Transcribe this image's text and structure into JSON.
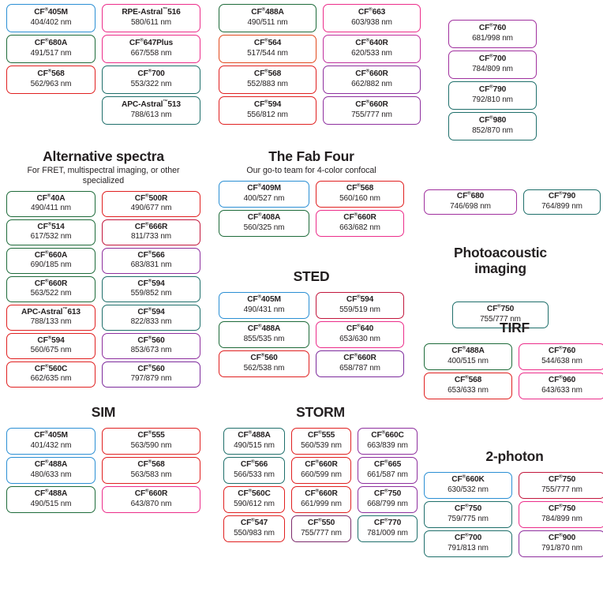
{
  "meta": {
    "registered_mark": "®",
    "trademark_mark": "™",
    "unit": "nm"
  },
  "colors": {
    "blue": "#2b8fd4",
    "green": "#1e6b3a",
    "teal": "#1f6f6b",
    "red": "#e02020",
    "orange_red": "#e24a1e",
    "crimson": "#c2163c",
    "magenta": "#e8308a",
    "pink": "#ec2d8a",
    "purple": "#8e2f9e",
    "violet": "#7d2b9c",
    "dark_purple": "#5c2d82",
    "text": "#231f20"
  },
  "sections": [
    {
      "id": "top-left",
      "title": "",
      "subtitle": "",
      "columns": [
        {
          "id": "top-left-col-1",
          "cards": [
            {
              "name": "CF",
              "mark": "®",
              "model": "405M",
              "value": "404/402 nm",
              "color": "#2b8fd4"
            },
            {
              "name": "CF",
              "mark": "®",
              "model": "680A",
              "value": "491/517 nm",
              "color": "#1e6b3a"
            },
            {
              "name": "CF",
              "mark": "®",
              "model": "568",
              "value": "562/963 nm",
              "color": "#e02020"
            }
          ]
        },
        {
          "id": "top-left-col-2",
          "cards": [
            {
              "name": "RPE-Astral",
              "mark": "™",
              "model": "516",
              "value": "580/611 nm",
              "color": "#ec2d8a"
            },
            {
              "name": "CF",
              "mark": "®",
              "model": "647Plus",
              "value": "667/558 nm",
              "color": "#ec2d8a"
            },
            {
              "name": "CF",
              "mark": "®",
              "model": "700",
              "value": "553/322 nm",
              "color": "#1f6f6b"
            },
            {
              "name": "APC-Astral",
              "mark": "™",
              "model": "513",
              "value": "788/613 nm",
              "color": "#1f6f6b"
            }
          ]
        }
      ]
    },
    {
      "id": "top-mid",
      "title": "",
      "subtitle": "",
      "columns": [
        {
          "id": "top-mid-col-1",
          "cards": [
            {
              "name": "CF",
              "mark": "®",
              "model": "488A",
              "value": "490/511 nm",
              "color": "#1e6b3a"
            },
            {
              "name": "CF",
              "mark": "®",
              "model": "564",
              "value": "517/544 nm",
              "color": "#e24a1e"
            },
            {
              "name": "CF",
              "mark": "®",
              "model": "568",
              "value": "552/883 nm",
              "color": "#e02020"
            },
            {
              "name": "CF",
              "mark": "®",
              "model": "594",
              "value": "556/812 nm",
              "color": "#e02020"
            }
          ]
        },
        {
          "id": "top-mid-col-2",
          "cards": [
            {
              "name": "CF",
              "mark": "®",
              "model": "663",
              "value": "603/938 nm",
              "color": "#ec2d8a"
            },
            {
              "name": "CF",
              "mark": "®",
              "model": "640R",
              "value": "620/533 nm",
              "color": "#c0309e"
            },
            {
              "name": "CF",
              "mark": "®",
              "model": "660R",
              "value": "662/882 nm",
              "color": "#8e2f9e"
            },
            {
              "name": "CF",
              "mark": "®",
              "model": "660R",
              "value": "755/777 nm",
              "color": "#8e2f9e"
            }
          ]
        }
      ]
    },
    {
      "id": "top-right",
      "title": "",
      "subtitle": "",
      "columns": [
        {
          "id": "top-right-col-1",
          "cards": [
            {
              "name": "CF",
              "mark": "®",
              "model": "760",
              "value": "681/998 nm",
              "color": "#a0309e"
            },
            {
              "name": "CF",
              "mark": "®",
              "model": "700",
              "value": "784/809 nm",
              "color": "#a0309e"
            },
            {
              "name": "CF",
              "mark": "®",
              "model": "790",
              "value": "792/810 nm",
              "color": "#1f6f6b"
            },
            {
              "name": "CF",
              "mark": "®",
              "model": "980",
              "value": "852/870 nm",
              "color": "#1f6f6b"
            }
          ]
        }
      ]
    },
    {
      "id": "alternative-spectra",
      "title": "Alternative spectra",
      "subtitle": "For FRET, multispectral imaging, or other specialized",
      "columns": [
        {
          "id": "alt-col-1",
          "cards": [
            {
              "name": "CF",
              "mark": "®",
              "model": "40A",
              "value": "490/411 nm",
              "color": "#1e6b3a"
            },
            {
              "name": "CF",
              "mark": "®",
              "model": "514",
              "value": "617/532 nm",
              "color": "#1e6b3a"
            },
            {
              "name": "CF",
              "mark": "®",
              "model": "660A",
              "value": "690/185 nm",
              "color": "#1e6b3a"
            },
            {
              "name": "CF",
              "mark": "®",
              "model": "660R",
              "value": "563/522 nm",
              "color": "#1e6b3a"
            },
            {
              "name": "APC-Astral",
              "mark": "™",
              "model": "613",
              "value": "788/133 nm",
              "color": "#e02020"
            },
            {
              "name": "CF",
              "mark": "®",
              "model": "594",
              "value": "560/675 nm",
              "color": "#e02020"
            },
            {
              "name": "CF",
              "mark": "®",
              "model": "560C",
              "value": "662/635 nm",
              "color": "#e02020"
            }
          ]
        },
        {
          "id": "alt-col-2",
          "cards": [
            {
              "name": "CF",
              "mark": "®",
              "model": "500R",
              "value": "490/677 nm",
              "color": "#e02020"
            },
            {
              "name": "CF",
              "mark": "®",
              "model": "666R",
              "value": "811/733 nm",
              "color": "#c2163c"
            },
            {
              "name": "CF",
              "mark": "®",
              "model": "566",
              "value": "683/831 nm",
              "color": "#8e2f9e"
            },
            {
              "name": "CF",
              "mark": "®",
              "model": "594",
              "value": "559/852 nm",
              "color": "#1f6f6b"
            },
            {
              "name": "CF",
              "mark": "®",
              "model": "594",
              "value": "822/833 nm",
              "color": "#1f6f6b"
            },
            {
              "name": "CF",
              "mark": "®",
              "model": "560",
              "value": "853/673 nm",
              "color": "#8e2f9e"
            },
            {
              "name": "CF",
              "mark": "®",
              "model": "560",
              "value": "797/879 nm",
              "color": "#7d2b9c"
            }
          ]
        }
      ]
    },
    {
      "id": "fab-four",
      "title": "The Fab Four",
      "subtitle": "Our go-to team for 4-color confocal",
      "columns": [
        {
          "id": "fab-col-1",
          "cards": [
            {
              "name": "CF",
              "mark": "®",
              "model": "409M",
              "value": "400/527 nm",
              "color": "#2b8fd4"
            },
            {
              "name": "CF",
              "mark": "®",
              "model": "408A",
              "value": "560/325 nm",
              "color": "#1e6b3a"
            }
          ]
        },
        {
          "id": "fab-col-2",
          "cards": [
            {
              "name": "CF",
              "mark": "®",
              "model": "568",
              "value": "560/160 nm",
              "color": "#e02020"
            },
            {
              "name": "CF",
              "mark": "®",
              "model": "660R",
              "value": "663/682 nm",
              "color": "#ec2d8a"
            }
          ]
        }
      ]
    },
    {
      "id": "sted",
      "title": "STED",
      "subtitle": "",
      "columns": [
        {
          "id": "sted-col-1",
          "cards": [
            {
              "name": "CF",
              "mark": "®",
              "model": "405M",
              "value": "490/431 nm",
              "color": "#2b8fd4"
            },
            {
              "name": "CF",
              "mark": "®",
              "model": "488A",
              "value": "855/535 nm",
              "color": "#1e6b3a"
            },
            {
              "name": "CF",
              "mark": "®",
              "model": "560",
              "value": "562/538 nm",
              "color": "#e02020"
            }
          ]
        },
        {
          "id": "sted-col-2",
          "cards": [
            {
              "name": "CF",
              "mark": "®",
              "model": "594",
              "value": "559/519 nm",
              "color": "#c2163c"
            },
            {
              "name": "CF",
              "mark": "®",
              "model": "640",
              "value": "653/630 nm",
              "color": "#ec2d8a"
            },
            {
              "name": "CF",
              "mark": "®",
              "model": "660R",
              "value": "658/787 nm",
              "color": "#7d2b9c"
            }
          ]
        }
      ]
    },
    {
      "id": "sim",
      "title": "SIM",
      "subtitle": "",
      "columns": [
        {
          "id": "sim-col-1",
          "cards": [
            {
              "name": "CF",
              "mark": "®",
              "model": "405M",
              "value": "401/432 nm",
              "color": "#2b8fd4"
            },
            {
              "name": "CF",
              "mark": "®",
              "model": "488A",
              "value": "480/633 nm",
              "color": "#2b8fd4"
            },
            {
              "name": "CF",
              "mark": "®",
              "model": "488A",
              "value": "490/515 nm",
              "color": "#1e6b3a"
            }
          ]
        },
        {
          "id": "sim-col-2",
          "cards": [
            {
              "name": "CF",
              "mark": "®",
              "model": "555",
              "value": "563/590 nm",
              "color": "#e02020"
            },
            {
              "name": "CF",
              "mark": "®",
              "model": "568",
              "value": "563/583 nm",
              "color": "#e02020"
            },
            {
              "name": "CF",
              "mark": "®",
              "model": "660R",
              "value": "643/870 nm",
              "color": "#ec2d8a"
            }
          ]
        }
      ]
    },
    {
      "id": "storm",
      "title": "STORM",
      "subtitle": "",
      "columns": [
        {
          "id": "storm-col-1",
          "cards": [
            {
              "name": "CF",
              "mark": "®",
              "model": "488A",
              "value": "490/515 nm",
              "color": "#1f6f6b"
            },
            {
              "name": "CF",
              "mark": "®",
              "model": "566",
              "value": "566/533 nm",
              "color": "#1f6f6b"
            },
            {
              "name": "CF",
              "mark": "®",
              "model": "560C",
              "value": "590/612 nm",
              "color": "#e02020"
            },
            {
              "name": "CF",
              "mark": "®",
              "model": "547",
              "value": "550/983 nm",
              "color": "#e02020"
            }
          ]
        },
        {
          "id": "storm-col-2",
          "cards": [
            {
              "name": "CF",
              "mark": "®",
              "model": "555",
              "value": "560/539 nm",
              "color": "#e02020"
            },
            {
              "name": "CF",
              "mark": "®",
              "model": "660R",
              "value": "660/599 nm",
              "color": "#e02020"
            },
            {
              "name": "CF",
              "mark": "®",
              "model": "660R",
              "value": "661/999 nm",
              "color": "#e02020"
            },
            {
              "name": "CF",
              "mark": "®",
              "model": "550",
              "value": "755/777 nm",
              "color": "#7d2b6b"
            }
          ]
        },
        {
          "id": "storm-col-3",
          "cards": [
            {
              "name": "CF",
              "mark": "®",
              "model": "660C",
              "value": "663/839 nm",
              "color": "#8e2f9e"
            },
            {
              "name": "CF",
              "mark": "®",
              "model": "665",
              "value": "661/587 nm",
              "color": "#8e2f9e"
            },
            {
              "name": "CF",
              "mark": "®",
              "model": "750",
              "value": "668/799 nm",
              "color": "#8e2f9e"
            },
            {
              "name": "CF",
              "mark": "®",
              "model": "770",
              "value": "781/009 nm",
              "color": "#1f6f6b"
            }
          ]
        }
      ]
    },
    {
      "id": "right-pair",
      "title": "",
      "subtitle": "",
      "columns": [
        {
          "id": "right-pair-col-1",
          "cards": [
            {
              "name": "CF",
              "mark": "®",
              "model": "680",
              "value": "746/698 nm",
              "color": "#a0309e"
            }
          ]
        },
        {
          "id": "right-pair-col-2",
          "cards": [
            {
              "name": "CF",
              "mark": "®",
              "model": "790",
              "value": "764/899 nm",
              "color": "#1f6f6b"
            }
          ]
        }
      ]
    },
    {
      "id": "photoacoustic",
      "title": "Photoacoustic imaging",
      "subtitle": "",
      "columns": [
        {
          "id": "pa-col-1",
          "cards": [
            {
              "name": "CF",
              "mark": "®",
              "model": "750",
              "value": "755/777 nm",
              "color": "#1f6f6b"
            }
          ]
        }
      ]
    },
    {
      "id": "tirf",
      "title": "TIRF",
      "subtitle": "",
      "columns": [
        {
          "id": "tirf-col-1",
          "cards": [
            {
              "name": "CF",
              "mark": "®",
              "model": "488A",
              "value": "400/515 nm",
              "color": "#1e6b3a"
            },
            {
              "name": "CF",
              "mark": "®",
              "model": "568",
              "value": "653/633 nm",
              "color": "#e02020"
            }
          ]
        },
        {
          "id": "tirf-col-2",
          "cards": [
            {
              "name": "CF",
              "mark": "®",
              "model": "760",
              "value": "544/638 nm",
              "color": "#ec2d8a"
            },
            {
              "name": "CF",
              "mark": "®",
              "model": "960",
              "value": "643/633 nm",
              "color": "#ec2d8a"
            }
          ]
        }
      ]
    },
    {
      "id": "two-photon",
      "title": "2-photon",
      "subtitle": "",
      "columns": [
        {
          "id": "tp-col-1",
          "cards": [
            {
              "name": "CF",
              "mark": "®",
              "model": "660K",
              "value": "630/532 nm",
              "color": "#2b8fd4"
            },
            {
              "name": "CF",
              "mark": "®",
              "model": "750",
              "value": "759/775 nm",
              "color": "#1f6f6b"
            },
            {
              "name": "CF",
              "mark": "®",
              "model": "700",
              "value": "791/813 nm",
              "color": "#1f6f6b"
            }
          ]
        },
        {
          "id": "tp-col-2",
          "cards": [
            {
              "name": "CF",
              "mark": "®",
              "model": "750",
              "value": "755/777 nm",
              "color": "#c2163c"
            },
            {
              "name": "CF",
              "mark": "®",
              "model": "750",
              "value": "784/899 nm",
              "color": "#ec2d8a"
            },
            {
              "name": "CF",
              "mark": "®",
              "model": "900",
              "value": "791/870 nm",
              "color": "#8e2f9e"
            }
          ]
        }
      ]
    }
  ]
}
